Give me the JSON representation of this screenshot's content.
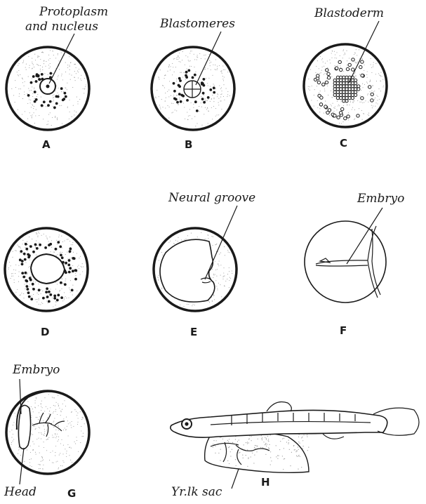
{
  "figure": {
    "panels": [
      {
        "letter": "A",
        "labels": [
          "Protoplasm",
          "and nucleus"
        ]
      },
      {
        "letter": "B",
        "labels": [
          "Blastomeres"
        ]
      },
      {
        "letter": "C",
        "labels": [
          "Blastoderm"
        ]
      },
      {
        "letter": "D",
        "labels": []
      },
      {
        "letter": "E",
        "labels": [
          "Neural groove"
        ]
      },
      {
        "letter": "F",
        "labels": [
          "Embryo"
        ]
      },
      {
        "letter": "G",
        "labels": [
          "Embryo",
          "Head"
        ]
      },
      {
        "letter": "H",
        "labels": [
          "Yr.lk sac"
        ]
      }
    ]
  },
  "colors": {
    "ink": "#1a1a1a",
    "paper": "#ffffff",
    "stipple": "#9a9a9a"
  }
}
